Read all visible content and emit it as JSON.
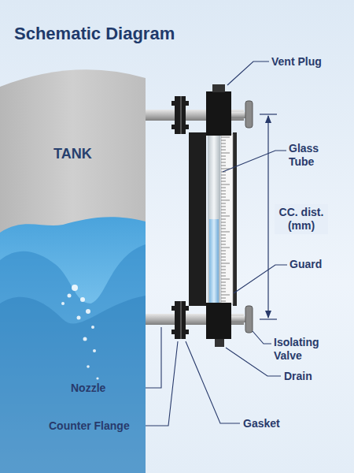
{
  "diagram": {
    "title": "Schematic Diagram",
    "nodes": [
      {
        "text": [
          "TANK"
        ]
      }
    ],
    "labels": [
      "Vent Plug",
      "Glass Tube",
      "CC. dist. (mm)",
      "Guard",
      "Isolating Valve",
      "Drain",
      "Nozzle",
      "Counter Flange",
      "Gasket"
    ]
  }
}
